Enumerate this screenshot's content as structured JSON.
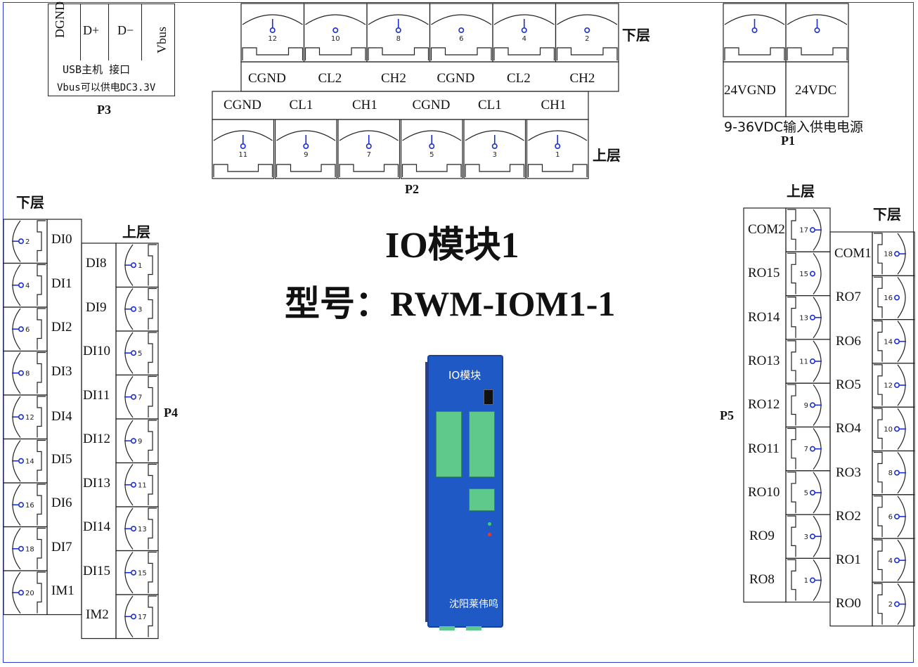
{
  "title": "IO模块1",
  "model": "型号：RWM-IOM1-1",
  "layers": {
    "lower": "下层",
    "upper": "上层"
  },
  "p3": {
    "name": "P3",
    "cols": [
      "DGND",
      "D+",
      "D−",
      "Vbus"
    ],
    "line1": "USB主机 接口",
    "line2": "Vbus可以供电DC3.3V"
  },
  "p1": {
    "name": "P1",
    "labels": [
      "24VGND",
      "24VDC"
    ],
    "caption": "9-36VDC输入供电电源"
  },
  "p2": {
    "name": "P2",
    "lower_pins": [
      "12",
      "10",
      "8",
      "6",
      "4",
      "2"
    ],
    "lower_labels": [
      "CGND",
      "CL2",
      "CH2",
      "CGND",
      "CL2",
      "CH2"
    ],
    "upper_labels": [
      "CGND",
      "CL1",
      "CH1",
      "CGND",
      "CL1",
      "CH1"
    ],
    "upper_pins": [
      "11",
      "9",
      "7",
      "5",
      "3",
      "1"
    ]
  },
  "p4": {
    "name": "P4",
    "lower_pins": [
      "2",
      "4",
      "6",
      "8",
      "12",
      "14",
      "16",
      "18",
      "20"
    ],
    "lower_labels": [
      "DI0",
      "DI1",
      "DI2",
      "DI3",
      "DI4",
      "DI5",
      "DI6",
      "DI7",
      "IM1"
    ],
    "upper_labels": [
      "DI8",
      "DI9",
      "DI10",
      "DI11",
      "DI12",
      "DI13",
      "DI14",
      "DI15",
      "IM2"
    ],
    "upper_pins": [
      "1",
      "3",
      "5",
      "7",
      "9",
      "11",
      "13",
      "15",
      "17"
    ]
  },
  "p5": {
    "name": "P5",
    "upper_labels": [
      "COM2",
      "RO15",
      "RO14",
      "RO13",
      "RO12",
      "RO11",
      "RO10",
      "RO9",
      "RO8"
    ],
    "upper_pins": [
      "17",
      "15",
      "13",
      "11",
      "9",
      "7",
      "5",
      "3",
      "1"
    ],
    "lower_labels": [
      "COM1",
      "RO7",
      "RO6",
      "RO5",
      "RO4",
      "RO3",
      "RO2",
      "RO1",
      "RO0"
    ],
    "lower_pins": [
      "18",
      "16",
      "14",
      "12",
      "10",
      "8",
      "6",
      "4",
      "2"
    ]
  },
  "device": {
    "top_label": "IO模块",
    "bottom_label": "沈阳莱伟鸣"
  },
  "colors": {
    "border": "#2b3bd6",
    "pin": "#1b2fd0",
    "device": "#1f59c6",
    "connector": "#5ec98a"
  }
}
